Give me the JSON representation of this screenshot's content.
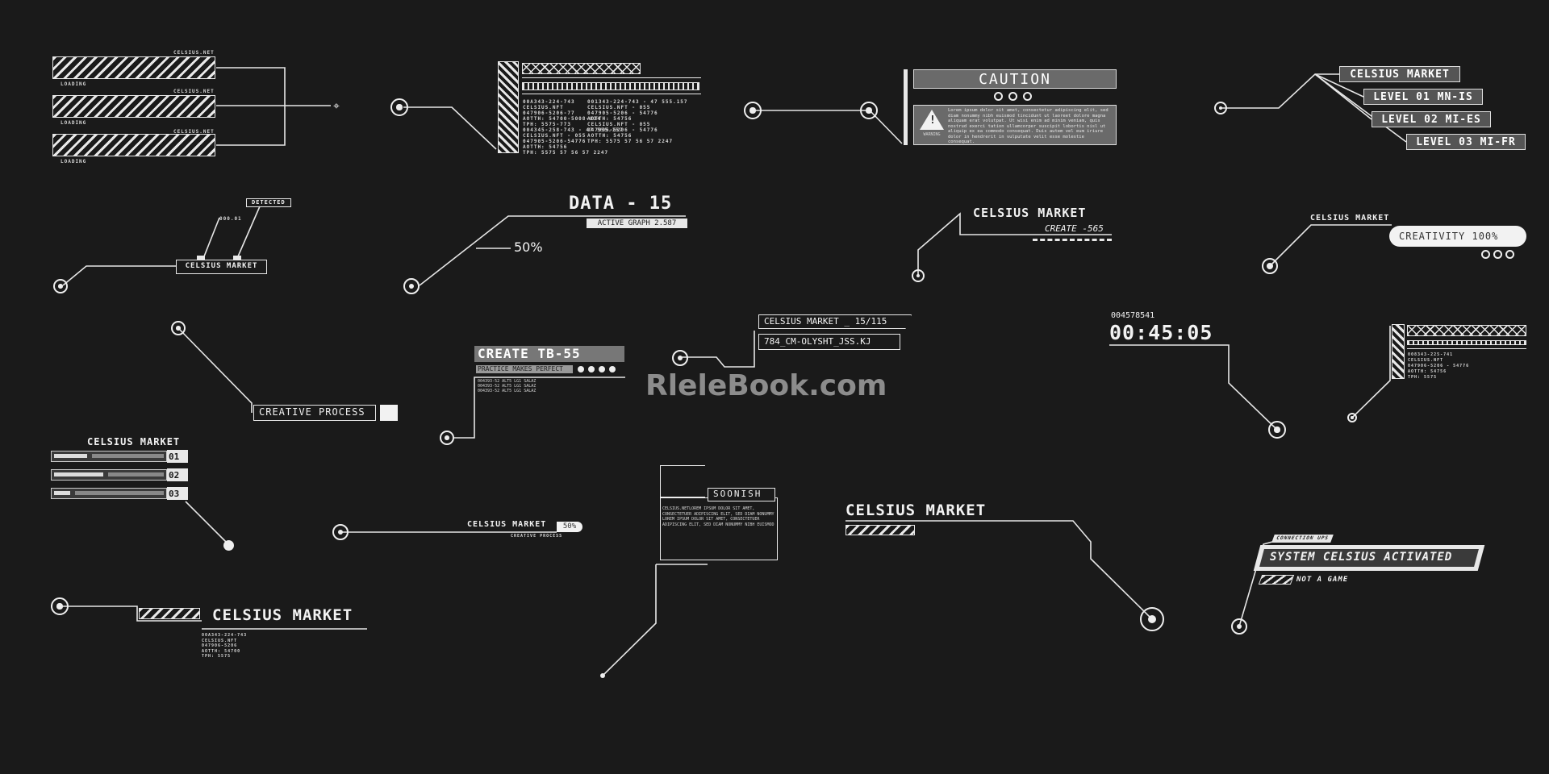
{
  "loading_group": {
    "top_label": "CELSIUS.NET",
    "mid_label": "CELSIUS.NET",
    "bot_label": "CELSIUS.NET",
    "loading_1": "LOADING",
    "loading_2": "LOADING",
    "loading_3": "LOADING"
  },
  "code_panel": {
    "col1": [
      "00A343-224-743",
      "CELSIUS.NFT",
      "047906-5206-77",
      "AOTTH: 54700-5008-034",
      "TPH: 5575-773",
      "004345-258-743 - 47 555.157",
      "CELSIUS.NFT - 055",
      "047905-5206-54776",
      "AOTTH: 54756",
      "TPH: 5575 57 56 57 2247"
    ],
    "col2": [
      "001343-224-743 - 47 555.157",
      "CELSIUS.NFT - 055",
      "047905-5206 - 54776",
      "AOTTH: 54756",
      "CELSIUS.NFT - 055",
      "047905-5206 - 54776",
      "AOTTH: 54756",
      "TPH: 5575 57 56 57 2247"
    ]
  },
  "caution": {
    "title": "CAUTION",
    "warning_label": "WARNING",
    "body": "Lorem ipsum dolor sit amet, consectetur adipiscing elit, sed diam nonummy nibh euismod tincidunt ut laoreet dolore magna aliquam erat volutpat. Ut wisi enim ad minim veniam, quis nostrud exerci tation ullamcorper suscipit lobortis nisl ut aliquip ex ea commodo consequat. Duis autem vel eum iriure dolor in hendrerit in vulputate velit esse molestie consequat."
  },
  "levels": {
    "title": "CELSIUS MARKET",
    "items": [
      "LEVEL 01 MN-IS",
      "LEVEL 02 MI-ES",
      "LEVEL 03 MI-FR"
    ]
  },
  "detected": {
    "tag": "DETECTED",
    "small": "000.01",
    "label": "CELSIUS MARKET"
  },
  "data15": {
    "title": "DATA - 15",
    "sub": "ACTIVE GRAPH 2.587",
    "percent": "50%"
  },
  "celsius_create": {
    "title": "CELSIUS MARKET",
    "sub": "CREATE -565"
  },
  "creativity": {
    "title": "CELSIUS MARKET",
    "pill": "CREATIVITY 100%"
  },
  "creative_process": {
    "label": "CREATIVE PROCESS"
  },
  "create_tb": {
    "title": "CREATE TB-55",
    "sub": "PRACTICE MAKES PERFECT",
    "lines": [
      "004393-52 ALT5 LG1 SALAZ",
      "004393-52 ALT5 LG1 SALAZ",
      "004393-52 ALT5 LG1 SALAZ"
    ]
  },
  "tag_panel": {
    "line1": "CELSIUS MARKET _ 15/115",
    "line2": "784_CM-OLYSHT_JSS.KJ"
  },
  "timer": {
    "id": "004578541",
    "time": "00:45:05"
  },
  "right_code": {
    "lines": [
      "008343-225-741",
      "CELSIUS.NFT",
      "047906-5206 - 54776",
      "AOTTH: 54756",
      "TPH: 5575"
    ]
  },
  "list_bars": {
    "title": "CELSIUS MARKET",
    "items": [
      {
        "num": "01",
        "fill": 0.3
      },
      {
        "num": "02",
        "fill": 0.45
      },
      {
        "num": "03",
        "fill": 0.15
      }
    ]
  },
  "market_50": {
    "title": "CELSIUS MARKET",
    "pill": "50%",
    "sub": "CREATIVE PROCESS"
  },
  "soonish": {
    "title": "SOONISH",
    "text": "CELSIUS.NETLOREM IPSUM DOLOR SIT AMET, CONSECTETUER ADIPISCING ELIT, SED DIAM NONUMMY LOREM IPSUM DOLOR SIT AMET, CONSECTETUER ADIPISCING ELIT, SED DIAM NONUMMY NIBH EUISMOD"
  },
  "market_big": {
    "title": "CELSIUS MARKET"
  },
  "system": {
    "top": "CONNECTION UPS",
    "main": "SYSTEM CELSIUS ACTIVATED",
    "sub": "NOT A GAME"
  },
  "market_bottom": {
    "title": "CELSIUS MARKET",
    "lines": [
      "00A343-224-743",
      "CELSIUS.NFT",
      "047906-5206",
      "AOTTH: 54700",
      "TPH: 5575"
    ]
  },
  "watermark": {
    "text": "RleleBook.com"
  }
}
